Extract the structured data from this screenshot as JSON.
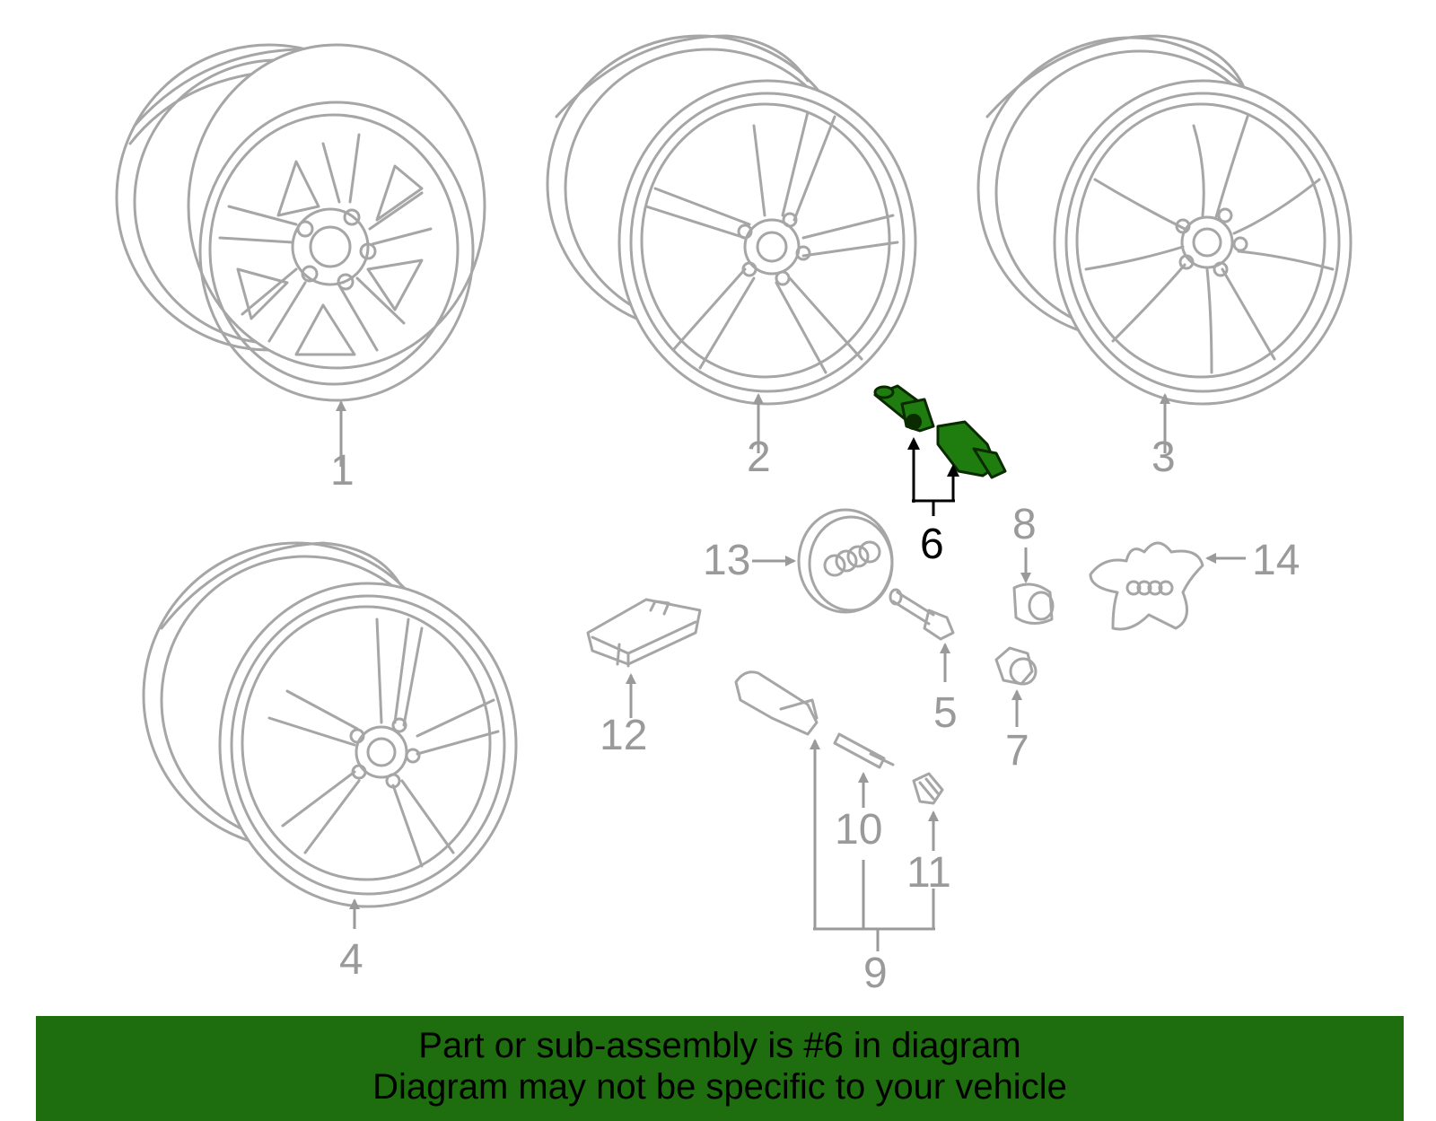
{
  "callouts": [
    {
      "id": "1",
      "label": "1"
    },
    {
      "id": "2",
      "label": "2"
    },
    {
      "id": "3",
      "label": "3"
    },
    {
      "id": "4",
      "label": "4"
    },
    {
      "id": "5",
      "label": "5"
    },
    {
      "id": "6",
      "label": "6",
      "highlighted": true
    },
    {
      "id": "7",
      "label": "7"
    },
    {
      "id": "8",
      "label": "8"
    },
    {
      "id": "9",
      "label": "9"
    },
    {
      "id": "10",
      "label": "10"
    },
    {
      "id": "11",
      "label": "11"
    },
    {
      "id": "12",
      "label": "12"
    },
    {
      "id": "13",
      "label": "13"
    },
    {
      "id": "14",
      "label": "14"
    }
  ],
  "banner": {
    "line1": "Part or sub-assembly is #6 in diagram",
    "line2": "Diagram may not be specific to your vehicle"
  },
  "colors": {
    "highlight_part": "#1f7d10",
    "banner_background": "#1e6e10",
    "linework": "#a6a6a6",
    "highlight_label": "#000000"
  }
}
